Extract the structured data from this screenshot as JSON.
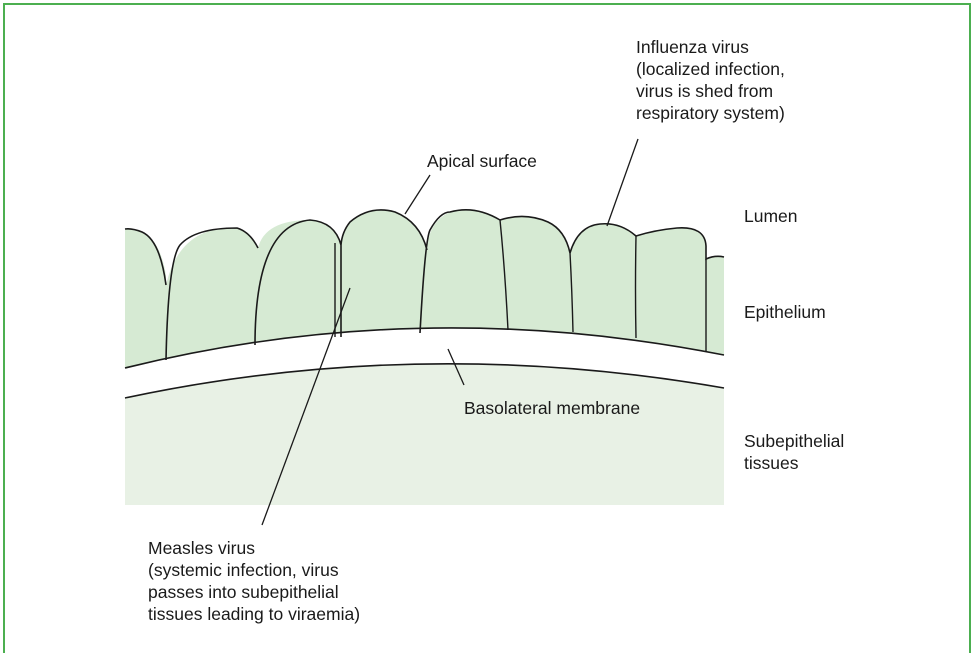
{
  "colors": {
    "border": "#4caf50",
    "epithelium_fill": "#d6ead3",
    "subepithelial_fill": "#e8f1e5",
    "line": "#1a1a1a"
  },
  "labels": {
    "influenza": [
      "Influenza virus",
      "(localized infection,",
      "virus is shed from",
      "respiratory system)"
    ],
    "apical": "Apical surface",
    "lumen": "Lumen",
    "epithelium": "Epithelium",
    "basolateral": "Basolateral membrane",
    "subepithelial": [
      "Subepithelial",
      "tissues"
    ],
    "measles": [
      "Measles virus",
      "(systemic infection, virus",
      "passes into subepithelial",
      "tissues leading to viraemia)"
    ]
  }
}
